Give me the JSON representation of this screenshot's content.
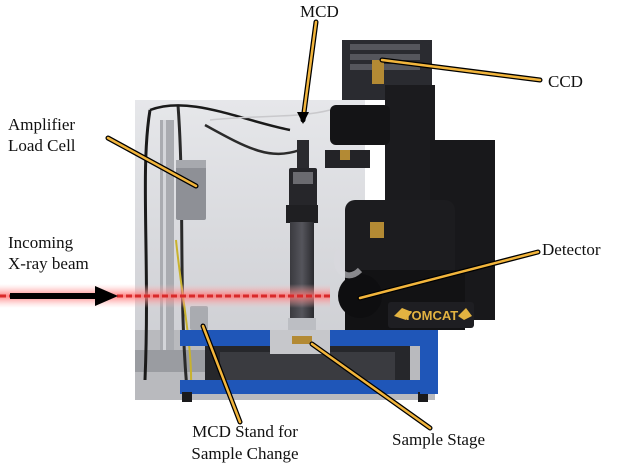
{
  "labels": {
    "mcd": "MCD",
    "ccd": "CCD",
    "amplifier_line1": "Amplifier",
    "amplifier_line2": "Load Cell",
    "incoming_line1": "Incoming",
    "incoming_line2": "X-ray beam",
    "detector": "Detector",
    "mcd_stand_line1": "MCD Stand for",
    "mcd_stand_line2": "Sample Change",
    "sample_stage": "Sample Stage",
    "brand_logo": "TOMCAT"
  },
  "colors": {
    "leader_line": "#f2b53c",
    "leader_outline": "#000000",
    "beam_glow": "#ff8a8a",
    "beam_core": "#d92a2a",
    "beam_arrow": "#000000",
    "instrument_dark": "#1b1b1e",
    "stage_blue": "#1f56b8",
    "background_wall": "#dedfe3"
  }
}
